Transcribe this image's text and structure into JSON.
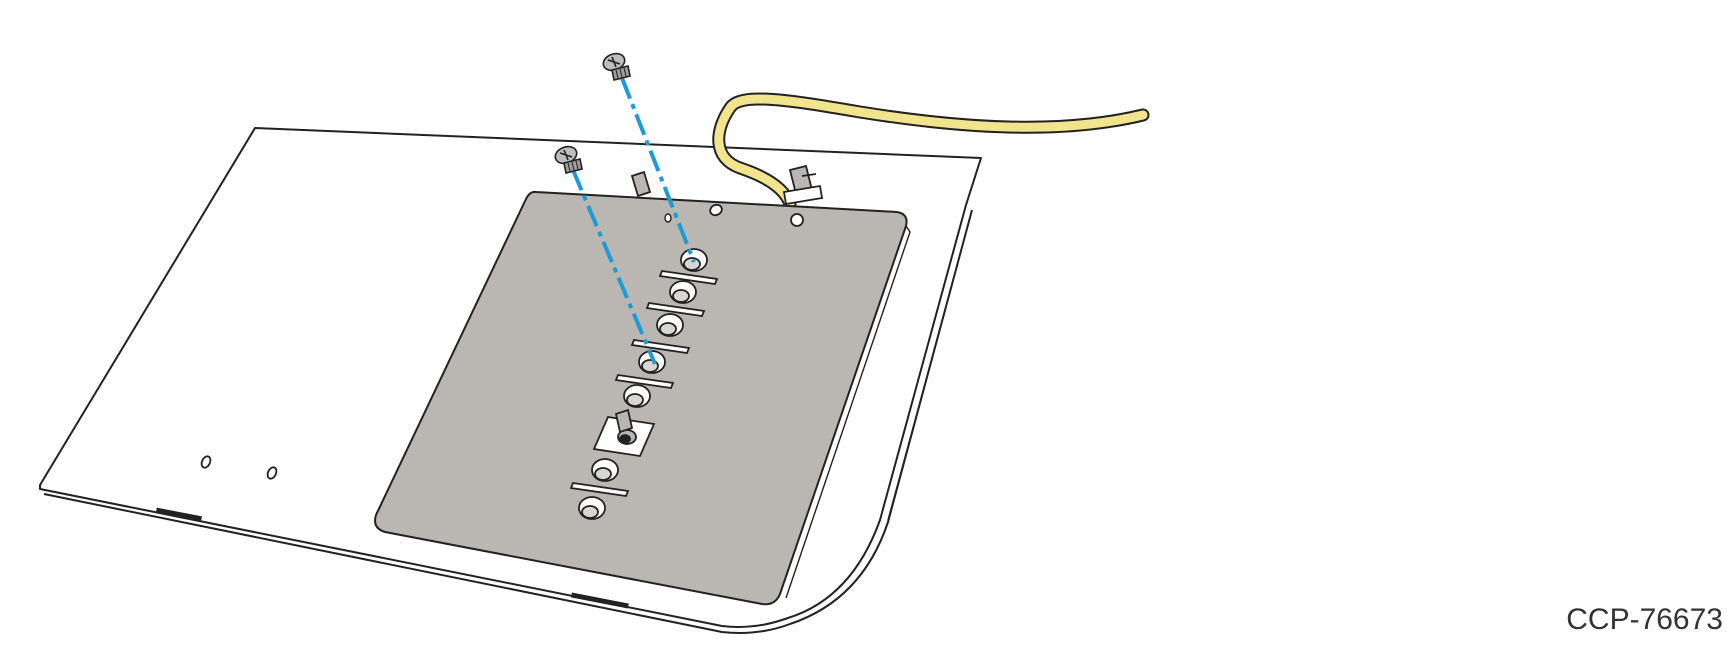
{
  "figure_id": "CCP-76673",
  "colors": {
    "plate_fill": "#bab7b2",
    "cable": "#f1e48c",
    "guide_line": "#1e9ad6",
    "outline": "#222222",
    "screw": "#bdbdbd"
  },
  "parts": {
    "screws": 2,
    "mounting_holes": 10
  }
}
